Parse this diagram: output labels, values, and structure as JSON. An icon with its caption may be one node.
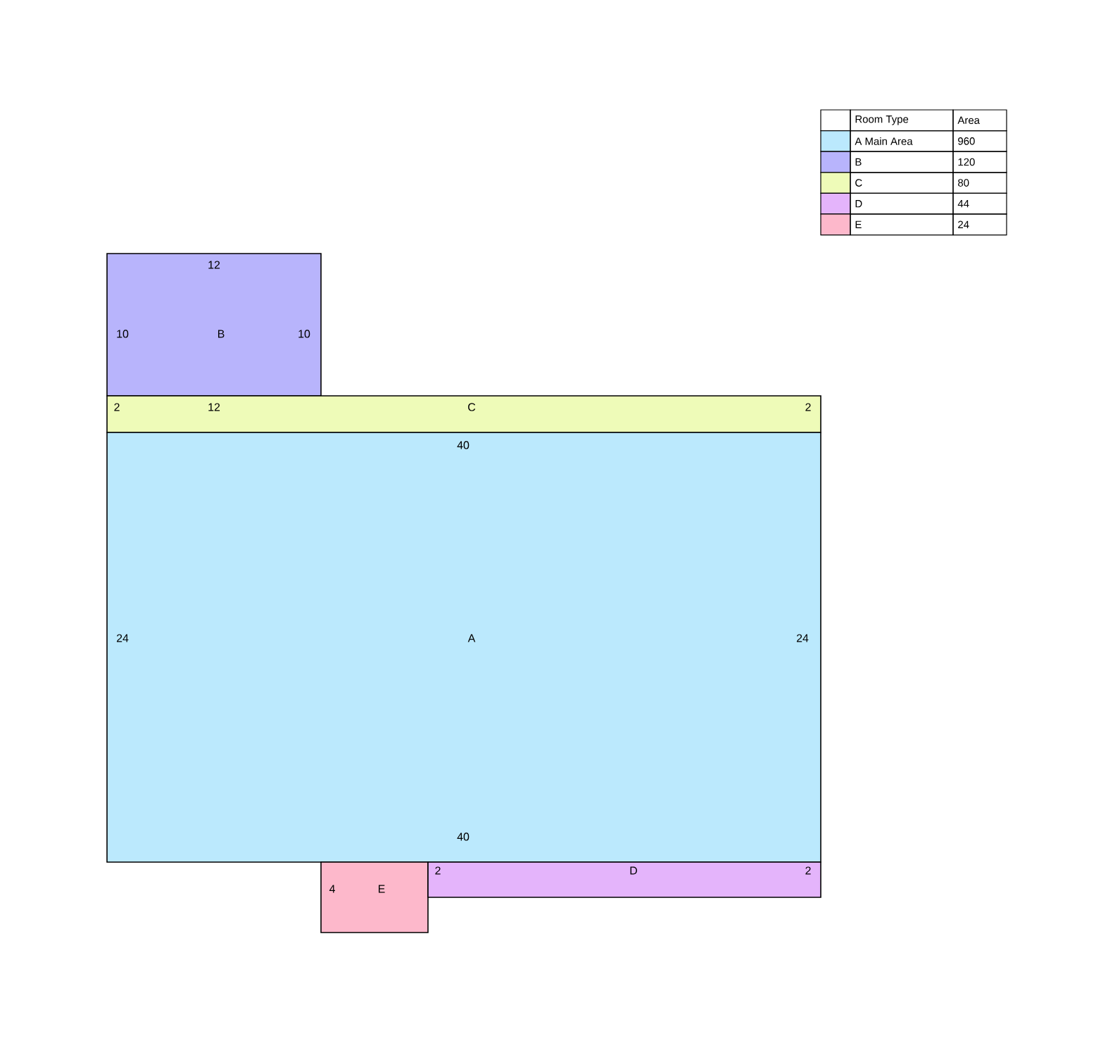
{
  "diagram": {
    "nodes": [
      {
        "text": [
          "12",
          "10",
          "B",
          "10"
        ]
      },
      {
        "text": [
          "2",
          "12",
          "C",
          "2"
        ]
      },
      {
        "text": [
          "40",
          "24",
          "A",
          "24",
          "40"
        ]
      },
      {
        "text": [
          "4",
          "E"
        ]
      },
      {
        "text": [
          "2",
          "D",
          "2"
        ]
      }
    ],
    "edges": [],
    "labels": [
      "Room Type",
      "Area",
      "960",
      "120",
      "80",
      "44",
      "24"
    ],
    "legend": [
      {
        "text": "A Main Area",
        "color": "#bbe9fd"
      },
      {
        "text": "B",
        "color": "#b8b4fc"
      },
      {
        "text": "C",
        "color": "#eefbb8"
      },
      {
        "text": "D",
        "color": "#e4b4fb"
      },
      {
        "text": "E",
        "color": "#fdb8cb"
      }
    ]
  }
}
